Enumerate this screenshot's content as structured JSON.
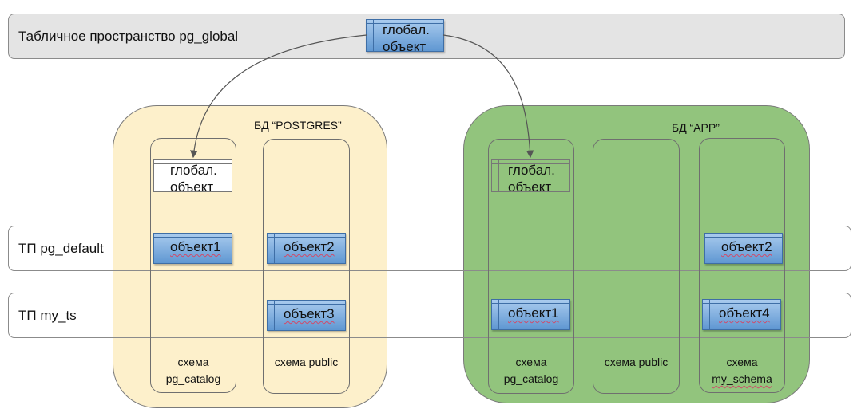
{
  "tablespaces": {
    "global": {
      "label": "Табличное пространство pg_global"
    },
    "pg_default": {
      "label": "ТП pg_default"
    },
    "my_ts": {
      "label": "ТП my_ts"
    }
  },
  "databases": {
    "postgres": {
      "title": "БД “POSTGRES”",
      "color": "#fdf0cb",
      "schemas": {
        "pg_catalog": {
          "line1": "схема",
          "line2": "pg_catalog"
        },
        "public": {
          "line1": "схема public"
        }
      }
    },
    "app": {
      "title": "БД “APP”",
      "color": "#92c47d",
      "schemas": {
        "pg_catalog": {
          "line1": "схема",
          "line2": "pg_catalog"
        },
        "public": {
          "line1": "схема public"
        },
        "my_schema": {
          "line1": "схема",
          "line2": "my_schema"
        }
      }
    }
  },
  "objects": {
    "global_main": {
      "line1": "глобал.",
      "line2": "объект"
    },
    "global_postgres": {
      "line1": "глобал.",
      "line2": "объект"
    },
    "global_app": {
      "line1": "глобал.",
      "line2": "объект"
    },
    "postgres_obj1": "объект1",
    "postgres_obj2": "объект2",
    "postgres_obj3": "объект3",
    "app_obj2": "объект2",
    "app_obj1": "объект1",
    "app_obj4": "объект4"
  },
  "colors": {
    "object_fill_top": "#a9cbee",
    "object_fill_bottom": "#5f97d2",
    "arrow": "#555555"
  }
}
